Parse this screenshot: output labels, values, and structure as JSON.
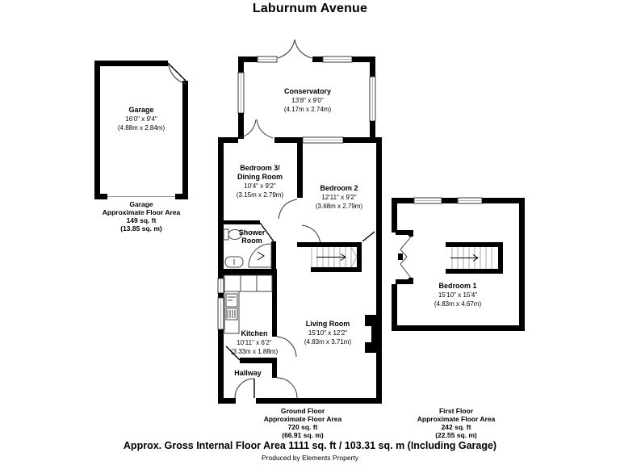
{
  "title": "Laburnum Avenue",
  "rooms": {
    "garage": {
      "name": "Garage",
      "dims_ft": "16'0\" x 9'4\"",
      "dims_m": "(4.88m x 2.84m)"
    },
    "conservatory": {
      "name": "Conservatory",
      "dims_ft": "13'8\" x 9'0\"",
      "dims_m": "(4.17m x 2.74m)"
    },
    "bedroom3_dining": {
      "name_line1": "Bedroom 3/",
      "name_line2": "Dining Room",
      "dims_ft": "10'4\" x 9'2\"",
      "dims_m": "(3.15m x 2.79m)"
    },
    "bedroom2": {
      "name": "Bedroom 2",
      "dims_ft": "12'11\" x 9'2\"",
      "dims_m": "(3.68m x 2.79m)"
    },
    "shower_room": {
      "name_line1": "Shower",
      "name_line2": "Room"
    },
    "kitchen": {
      "name": "Kitchen",
      "dims_ft": "10'11\" x 6'2\"",
      "dims_m": "(3.33m x 1.88m)"
    },
    "living_room": {
      "name": "Living Room",
      "dims_ft": "15'10\" x 12'2\"",
      "dims_m": "(4.83m x 3.71m)"
    },
    "hallway": {
      "name": "Hallway"
    },
    "bedroom1": {
      "name": "Bedroom 1",
      "dims_ft": "15'10\" x 15'4\"",
      "dims_m": "(4.83m x 4.67m)"
    }
  },
  "area_summaries": {
    "garage": {
      "title": "Garage",
      "subtitle": "Approximate Floor Area",
      "area_ft": "149 sq. ft",
      "area_m": "(13.85 sq. m)"
    },
    "ground_floor": {
      "title": "Ground Floor",
      "subtitle": "Approximate Floor Area",
      "area_ft": "720 sq. ft",
      "area_m": "(66.91 sq. m)"
    },
    "first_floor": {
      "title": "First Floor",
      "subtitle": "Approximate Floor Area",
      "area_ft": "242 sq. ft",
      "area_m": "(22.55 sq. m)"
    }
  },
  "footer": {
    "gross_area": "Approx. Gross Internal Floor Area 1111 sq. ft / 103.31 sq. m (Including Garage)",
    "credit": "Produced by Elements Property"
  },
  "colors": {
    "wall": "#000000",
    "background": "#ffffff",
    "stair_tread": "#aaaaaa"
  }
}
